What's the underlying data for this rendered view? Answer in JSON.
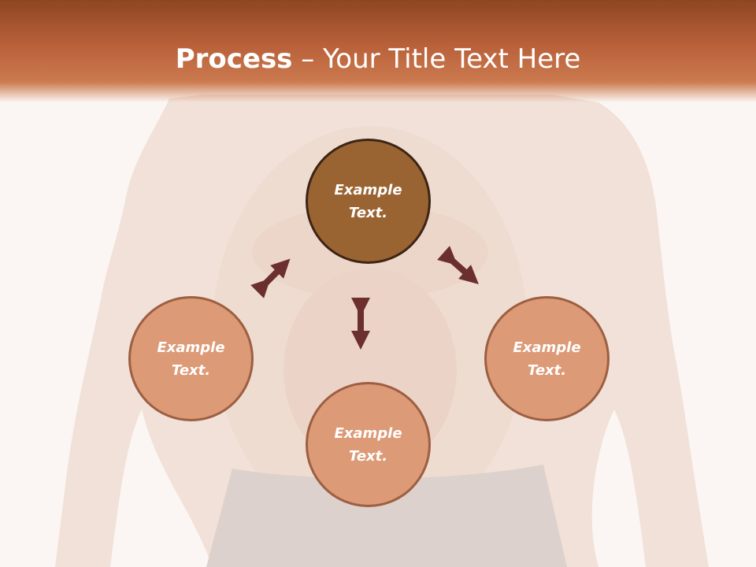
{
  "title": {
    "bold": "Process",
    "rest": " – Your Title Text Here"
  },
  "nodes": {
    "top": "Example\nText.",
    "left": "Example\nText.",
    "right": "Example\nText.",
    "bottom": "Example\nText."
  },
  "colors": {
    "header": "#b9613a",
    "node_primary": "#9a6432",
    "node_secondary": "#dc9a76",
    "arrow": "#6b2f2d"
  }
}
